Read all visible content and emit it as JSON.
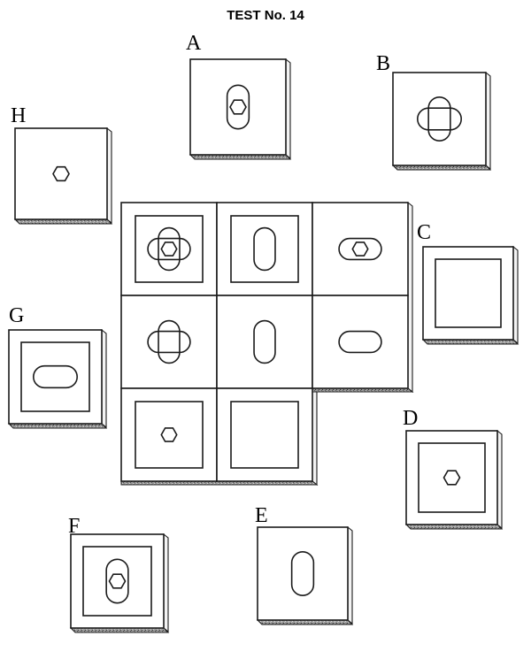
{
  "title": "TEST No. 14",
  "option_labels": {
    "a": "A",
    "b": "B",
    "c": "C",
    "d": "D",
    "e": "E",
    "f": "F",
    "g": "G",
    "h": "H"
  },
  "matrix": {
    "rows": 3,
    "columns": 3,
    "cells": [
      {
        "row": 1,
        "col": 1,
        "frame": true,
        "shapes": [
          "oval-vertical",
          "oval-horizontal",
          "hexagon"
        ]
      },
      {
        "row": 1,
        "col": 2,
        "frame": true,
        "shapes": [
          "oval-vertical"
        ]
      },
      {
        "row": 1,
        "col": 3,
        "frame": false,
        "shapes": [
          "oval-horizontal",
          "hexagon"
        ]
      },
      {
        "row": 2,
        "col": 1,
        "frame": false,
        "shapes": [
          "oval-vertical",
          "oval-horizontal"
        ]
      },
      {
        "row": 2,
        "col": 2,
        "frame": false,
        "shapes": [
          "oval-vertical"
        ]
      },
      {
        "row": 2,
        "col": 3,
        "frame": false,
        "shapes": [
          "oval-horizontal"
        ]
      },
      {
        "row": 3,
        "col": 1,
        "frame": true,
        "shapes": [
          "hexagon"
        ]
      },
      {
        "row": 3,
        "col": 2,
        "frame": true,
        "shapes": []
      },
      {
        "row": 3,
        "col": 3,
        "missing": true
      }
    ]
  },
  "options": [
    {
      "label": "A",
      "frame": false,
      "shapes": [
        "oval-vertical",
        "hexagon"
      ]
    },
    {
      "label": "B",
      "frame": false,
      "shapes": [
        "oval-vertical",
        "oval-horizontal"
      ]
    },
    {
      "label": "C",
      "frame": true,
      "shapes": []
    },
    {
      "label": "D",
      "frame": true,
      "shapes": [
        "hexagon"
      ]
    },
    {
      "label": "E",
      "frame": false,
      "shapes": [
        "oval-vertical"
      ]
    },
    {
      "label": "F",
      "frame": true,
      "shapes": [
        "oval-vertical",
        "hexagon"
      ]
    },
    {
      "label": "G",
      "frame": true,
      "shapes": [
        "oval-horizontal"
      ]
    },
    {
      "label": "H",
      "frame": false,
      "shapes": [
        "hexagon"
      ]
    }
  ]
}
